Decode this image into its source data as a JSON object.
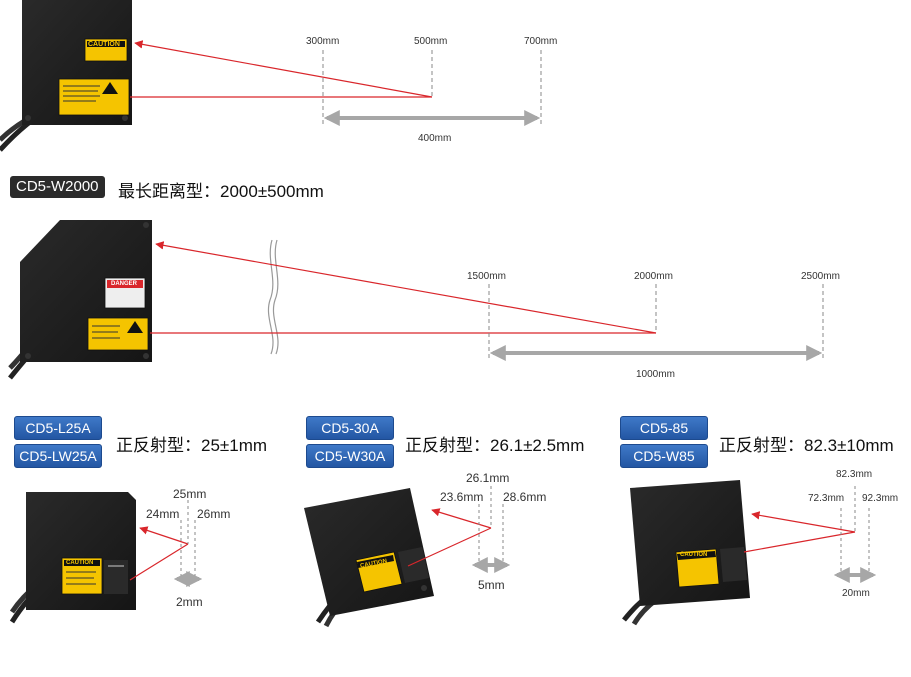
{
  "section1": {
    "dist_labels": [
      "300mm",
      "500mm",
      "700mm"
    ],
    "range_label": "400mm",
    "caution_label": "CAUTION"
  },
  "section2": {
    "model": "CD5-W2000",
    "spec": "最长距离型：2000±500mm",
    "dist_labels": [
      "1500mm",
      "2000mm",
      "2500mm"
    ],
    "range_label": "1000mm",
    "danger_label": "DANGER"
  },
  "section3": [
    {
      "models": [
        "CD5-L25A",
        "CD5-LW25A"
      ],
      "spec": "正反射型：25±1mm",
      "dist_center": "25mm",
      "dist_min": "24mm",
      "dist_max": "26mm",
      "range_label": "2mm",
      "caution_label": "CAUTION"
    },
    {
      "models": [
        "CD5-30A",
        "CD5-W30A"
      ],
      "spec": "正反射型：26.1±2.5mm",
      "dist_center": "26.1mm",
      "dist_min": "23.6mm",
      "dist_max": "28.6mm",
      "range_label": "5mm",
      "caution_label": "CAUTION"
    },
    {
      "models": [
        "CD5-85",
        "CD5-W85"
      ],
      "spec": "正反射型：82.3±10mm",
      "dist_center": "82.3mm",
      "dist_min": "72.3mm",
      "dist_max": "92.3mm",
      "range_label": "20mm",
      "caution_label": "CAUTION"
    }
  ],
  "colors": {
    "beam": "#d9262b",
    "arrow": "#a7a7a7",
    "sensor": "#1c1c1c",
    "label_yellow": "#f5c400",
    "model_blue": "#2f67b6"
  }
}
